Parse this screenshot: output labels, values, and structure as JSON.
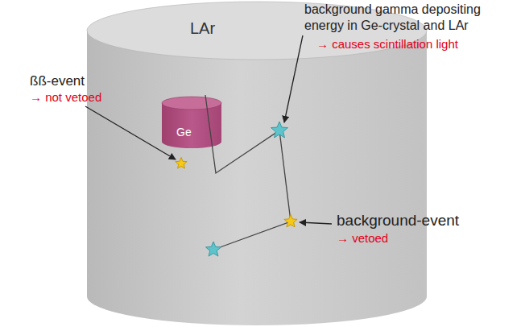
{
  "diagram": {
    "nodes": [
      {
        "text": [
          "LAr"
        ]
      },
      {
        "text": [
          "Ge"
        ],
        "in": 0
      }
    ],
    "labels": [
      "ßß-event",
      "→ not vetoed",
      "background gamma depositing energy in Ge-crystal and LAr",
      "→ causes scintillation light",
      "background-event",
      "→ vetoed"
    ]
  }
}
